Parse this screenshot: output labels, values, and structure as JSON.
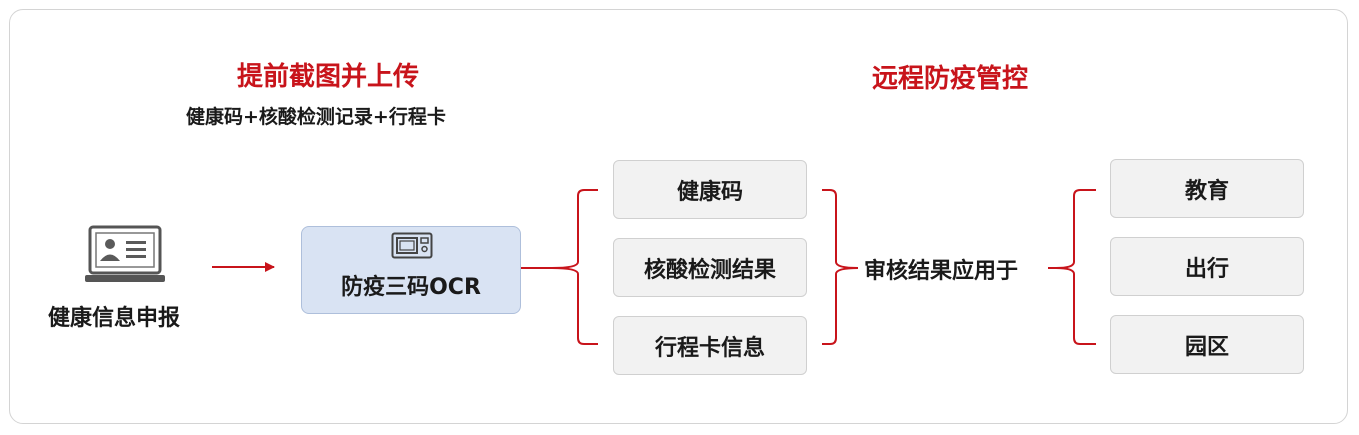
{
  "left_section": {
    "title": "提前截图并上传",
    "subtitle": "健康码+核酸检测记录+行程卡"
  },
  "right_section": {
    "title": "远程防疫管控"
  },
  "source": {
    "label": "健康信息申报",
    "icon": "id-card-laptop-icon"
  },
  "ocr": {
    "label": "防疫三码OCR",
    "icon": "scanner-icon"
  },
  "codes": [
    "健康码",
    "核酸检测结果",
    "行程卡信息"
  ],
  "review_label": "审核结果应用于",
  "applications": [
    "教育",
    "出行",
    "园区"
  ],
  "colors": {
    "accent_red": "#c8141b",
    "box_gray": "#f2f2f2",
    "ocr_blue": "#d9e3f3"
  }
}
